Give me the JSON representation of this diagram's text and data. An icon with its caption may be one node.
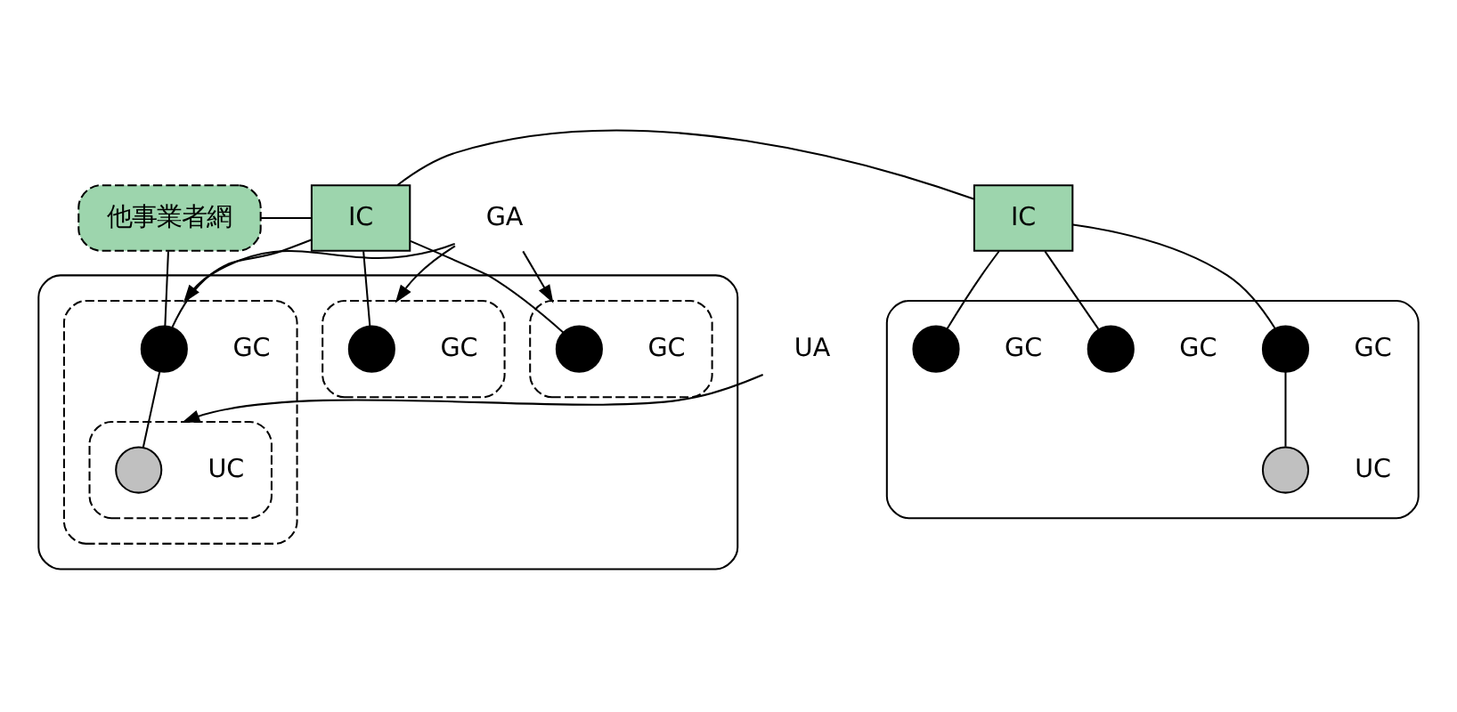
{
  "diagram": {
    "nodes": [
      {
        "text": [
          "他事業者網"
        ]
      },
      {
        "text": [
          "IC"
        ]
      },
      {
        "text": [
          "IC"
        ]
      },
      {
        "text": [
          "GA"
        ]
      },
      {
        "text": [],
        "shape": "ellipse"
      },
      {
        "text": [],
        "shape": "ellipse",
        "in": 4
      },
      {
        "text": [],
        "shape": "circle",
        "in": 5,
        "beside": [
          "GC"
        ]
      },
      {
        "text": [],
        "shape": "ellipse",
        "in": 4
      },
      {
        "text": [],
        "shape": "circle",
        "in": 7,
        "beside": [
          "GC"
        ]
      },
      {
        "text": [],
        "shape": "ellipse",
        "in": 4
      },
      {
        "text": [],
        "shape": "circle",
        "in": 9,
        "beside": [
          "GC"
        ]
      },
      {
        "text": [],
        "shape": "ellipse",
        "in": 9
      },
      {
        "text": [],
        "shape": "circle",
        "in": 11,
        "beside": [
          "UC"
        ]
      },
      {
        "text": [
          "UA"
        ]
      },
      {
        "text": [],
        "shape": "ellipse"
      },
      {
        "text": [],
        "shape": "circle",
        "in": 14,
        "beside": [
          "GC"
        ]
      },
      {
        "text": [],
        "shape": "circle",
        "in": 14,
        "beside": [
          "GC"
        ]
      },
      {
        "text": [],
        "shape": "circle",
        "in": 14,
        "beside": [
          "GC"
        ]
      },
      {
        "text": [],
        "shape": "circle",
        "in": 14,
        "beside": [
          "UC"
        ]
      }
    ],
    "edges": [
      {
        "from": 0,
        "to": 1,
        "arrow": "none"
      },
      {
        "from": 1,
        "to": 2,
        "arrow": "none"
      },
      {
        "from": 0,
        "to": 10,
        "arrow": "none"
      },
      {
        "from": 1,
        "to": 10,
        "arrow": "none"
      },
      {
        "from": 1,
        "to": 6,
        "arrow": "none"
      },
      {
        "from": 1,
        "to": 8,
        "arrow": "none"
      },
      {
        "from": 10,
        "to": 12,
        "arrow": "none"
      },
      {
        "from": 3,
        "to": 5,
        "arrow": "to"
      },
      {
        "from": 3,
        "to": 9,
        "arrow": "to"
      },
      {
        "from": 3,
        "to": 7,
        "arrow": "to"
      },
      {
        "from": 13,
        "to": 11,
        "arrow": "to"
      },
      {
        "from": 2,
        "to": 15,
        "arrow": "none"
      },
      {
        "from": 2,
        "to": 16,
        "arrow": "none"
      },
      {
        "from": 2,
        "to": 17,
        "arrow": "none"
      },
      {
        "from": 15,
        "to": 18,
        "arrow": "none"
      }
    ]
  }
}
